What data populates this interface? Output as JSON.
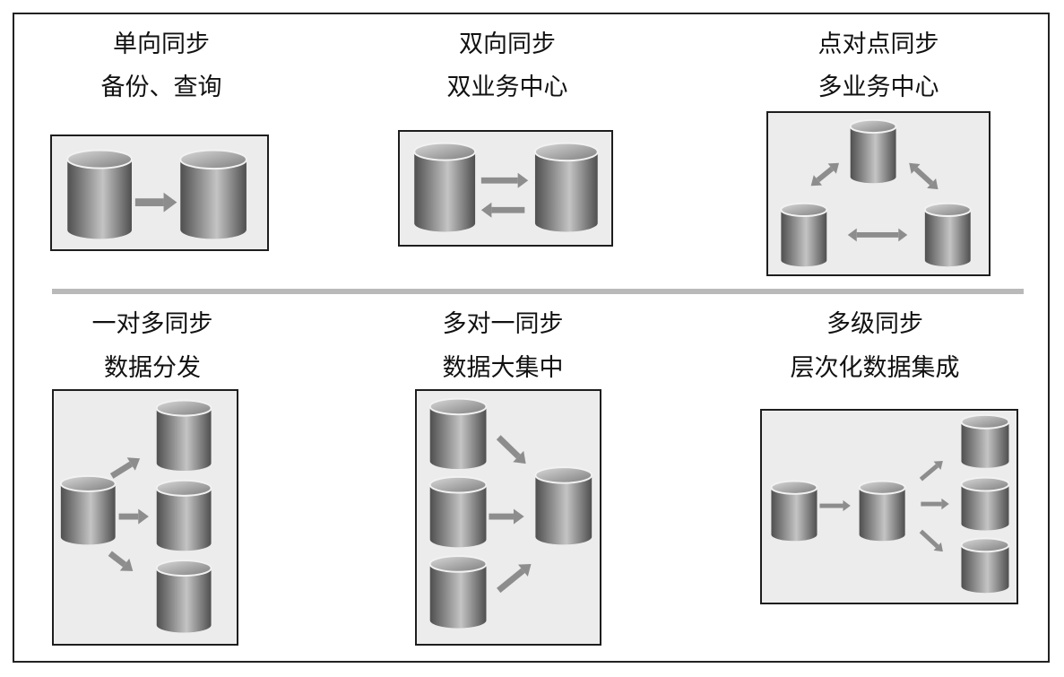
{
  "panels": [
    {
      "title": "单向同步",
      "subtitle": "备份、查询"
    },
    {
      "title": "双向同步",
      "subtitle": "双业务中心"
    },
    {
      "title": "点对点同步",
      "subtitle": "多业务中心"
    },
    {
      "title": "一对多同步",
      "subtitle": "数据分发"
    },
    {
      "title": "多对一同步",
      "subtitle": "数据大集中"
    },
    {
      "title": "多级同步",
      "subtitle": "层次化数据集成"
    }
  ],
  "icons": {
    "node": "database-cylinder-icon",
    "link": "sync-arrow-icon"
  },
  "colors": {
    "cylinder_dark": "#4f4f4f",
    "cylinder_light": "#c4c4c4",
    "arrow": "#8d8d8d",
    "panel_bg": "#ececec",
    "divider": "#b9b9b9"
  }
}
